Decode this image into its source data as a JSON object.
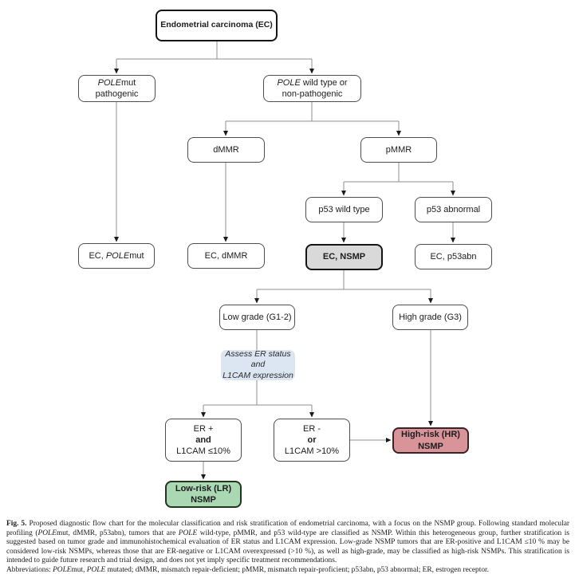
{
  "flowchart": {
    "nodes": {
      "root": {
        "label": "Endometrial carcinoma (EC)"
      },
      "polemut": {
        "gene": "POLE",
        "suffix": "mut",
        "line2": "pathogenic"
      },
      "pole_wt": {
        "gene": "POLE",
        "rest": " wild type or",
        "line2": "non-pathogenic"
      },
      "dmmr": {
        "label": "dMMR"
      },
      "pmmr": {
        "label": "pMMR"
      },
      "p53_wt": {
        "label": "p53 wild type"
      },
      "p53_abn": {
        "label": "p53 abnormal"
      },
      "ec_polemut": {
        "prefix": "EC, ",
        "gene": "POLE",
        "suffix": "mut"
      },
      "ec_dmmr": {
        "label": "EC, dMMR"
      },
      "ec_nsmp": {
        "label": "EC, NSMP"
      },
      "ec_p53abn": {
        "label": "EC, p53abn"
      },
      "low_grade": {
        "label": "Low grade (G1-2)"
      },
      "high_grade": {
        "label": "High grade (G3)"
      },
      "assess": {
        "line1": "Assess ER status",
        "line2": "and",
        "line3": "L1CAM expression"
      },
      "er_pos": {
        "line1": "ER +",
        "line2": "and",
        "line3": "L1CAM ≤10%"
      },
      "er_neg": {
        "line1": "ER -",
        "line2": "or",
        "line3": "L1CAM >10%"
      },
      "high_risk": {
        "line1": "High-risk (HR)",
        "line2": "NSMP"
      },
      "low_risk": {
        "line1": "Low-risk (LR)",
        "line2": "NSMP"
      }
    },
    "colors": {
      "nsmp_fill": "#d9d9d9",
      "assess_fill": "#dce6f2",
      "high_risk_fill": "#d9949a",
      "high_risk_border": "#3a2326",
      "low_risk_fill": "#a9d8b2",
      "low_risk_border": "#21351f",
      "connector": "#8f8f8f",
      "arrowhead": "#1a1a1a"
    }
  },
  "figure": {
    "caption": {
      "label": "Fig. 5.",
      "part1": " Proposed diagnostic flow chart for the molecular classification and risk stratification of endometrial carcinoma, with a focus on the NSMP group. Following standard molecular profiling (",
      "gene1": "POLE",
      "part2": "mut, dMMR, p53abn), tumors that are ",
      "gene2": "POLE",
      "part3": " wild-type, pMMR, and p53 wild-type are classified as NSMP. Within this heterogeneous group, further stratification is suggested based on tumor grade and immunohistochemical evaluation of ER status and L1CAM expression. Low-grade NSMP tumors that are ER-positive and L1CAM ≤10 % may be considered low-risk NSMPs, whereas those that are ER-negative or L1CAM overexpressed (>10 %), as well as high-grade, may be classified as high-risk NSMPs. This stratification is intended to guide future research and trial design, and does not yet imply specific treatment recommendations."
    },
    "abbreviations": {
      "part1": "Abbreviations: ",
      "gene1": "POLE",
      "part2": "mut, ",
      "gene2": "POLE",
      "part3": " mutated; dMMR, mismatch repair-deficient; pMMR, mismatch repair-proficient; p53abn, p53 abnormal; ER, estrogen receptor."
    }
  }
}
